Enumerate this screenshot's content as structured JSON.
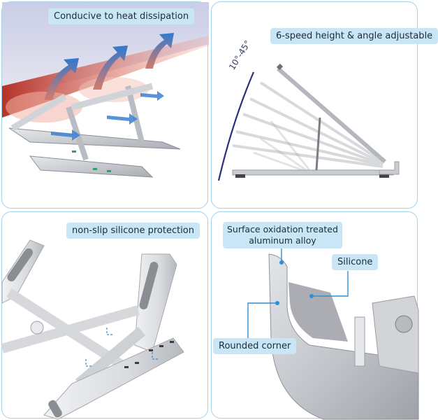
{
  "panels": {
    "heat": {
      "caption": "Conducive to heat dissipation"
    },
    "adjust": {
      "caption": "6-speed height & angle adjustable",
      "angle_range": "10°-45°"
    },
    "nonslip": {
      "caption": "non-slip silicone protection"
    },
    "detail": {
      "material_caption_line1": "Surface oxidation treated",
      "material_caption_line2": "aluminum alloy",
      "silicone_caption": "Silicone",
      "corner_caption": "Rounded corner"
    }
  },
  "colors": {
    "frame_border": "#9fd2ec",
    "caption_bg": "#c9e6f7",
    "callout_line": "#2f8fd6",
    "aluminum": "#c7cacf",
    "heat_red": "#d94a3a",
    "airflow_blue": "#3b7fd4"
  }
}
